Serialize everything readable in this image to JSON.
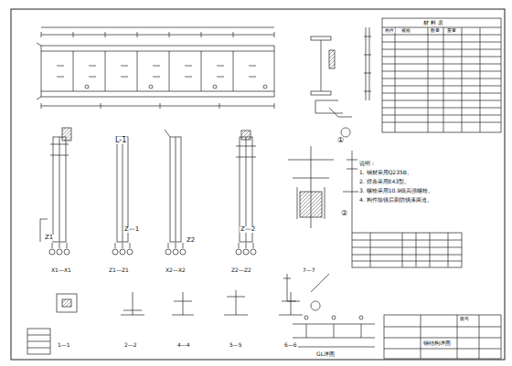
{
  "diagram": {
    "labels": [
      "L-1",
      "①",
      "Z1",
      "Z—1",
      "Z2",
      "Z—2",
      "X1—X1",
      "Z1—Z1",
      "X2—X2",
      "Z2—Z2",
      "7—7",
      "②",
      "1—1",
      "2—2",
      "4—4",
      "5—5",
      "6—6",
      "说明：",
      "1. 钢材采用Q235B。",
      "2. 焊条采用E43型。",
      "3. 螺栓采用10.9级高强螺栓。",
      "4. 构件除锈后刷防锈漆两道。",
      "材 料 表",
      "构件",
      "规格",
      "数量",
      "重量",
      "GL详图",
      "钢结构详图",
      "图号"
    ]
  }
}
